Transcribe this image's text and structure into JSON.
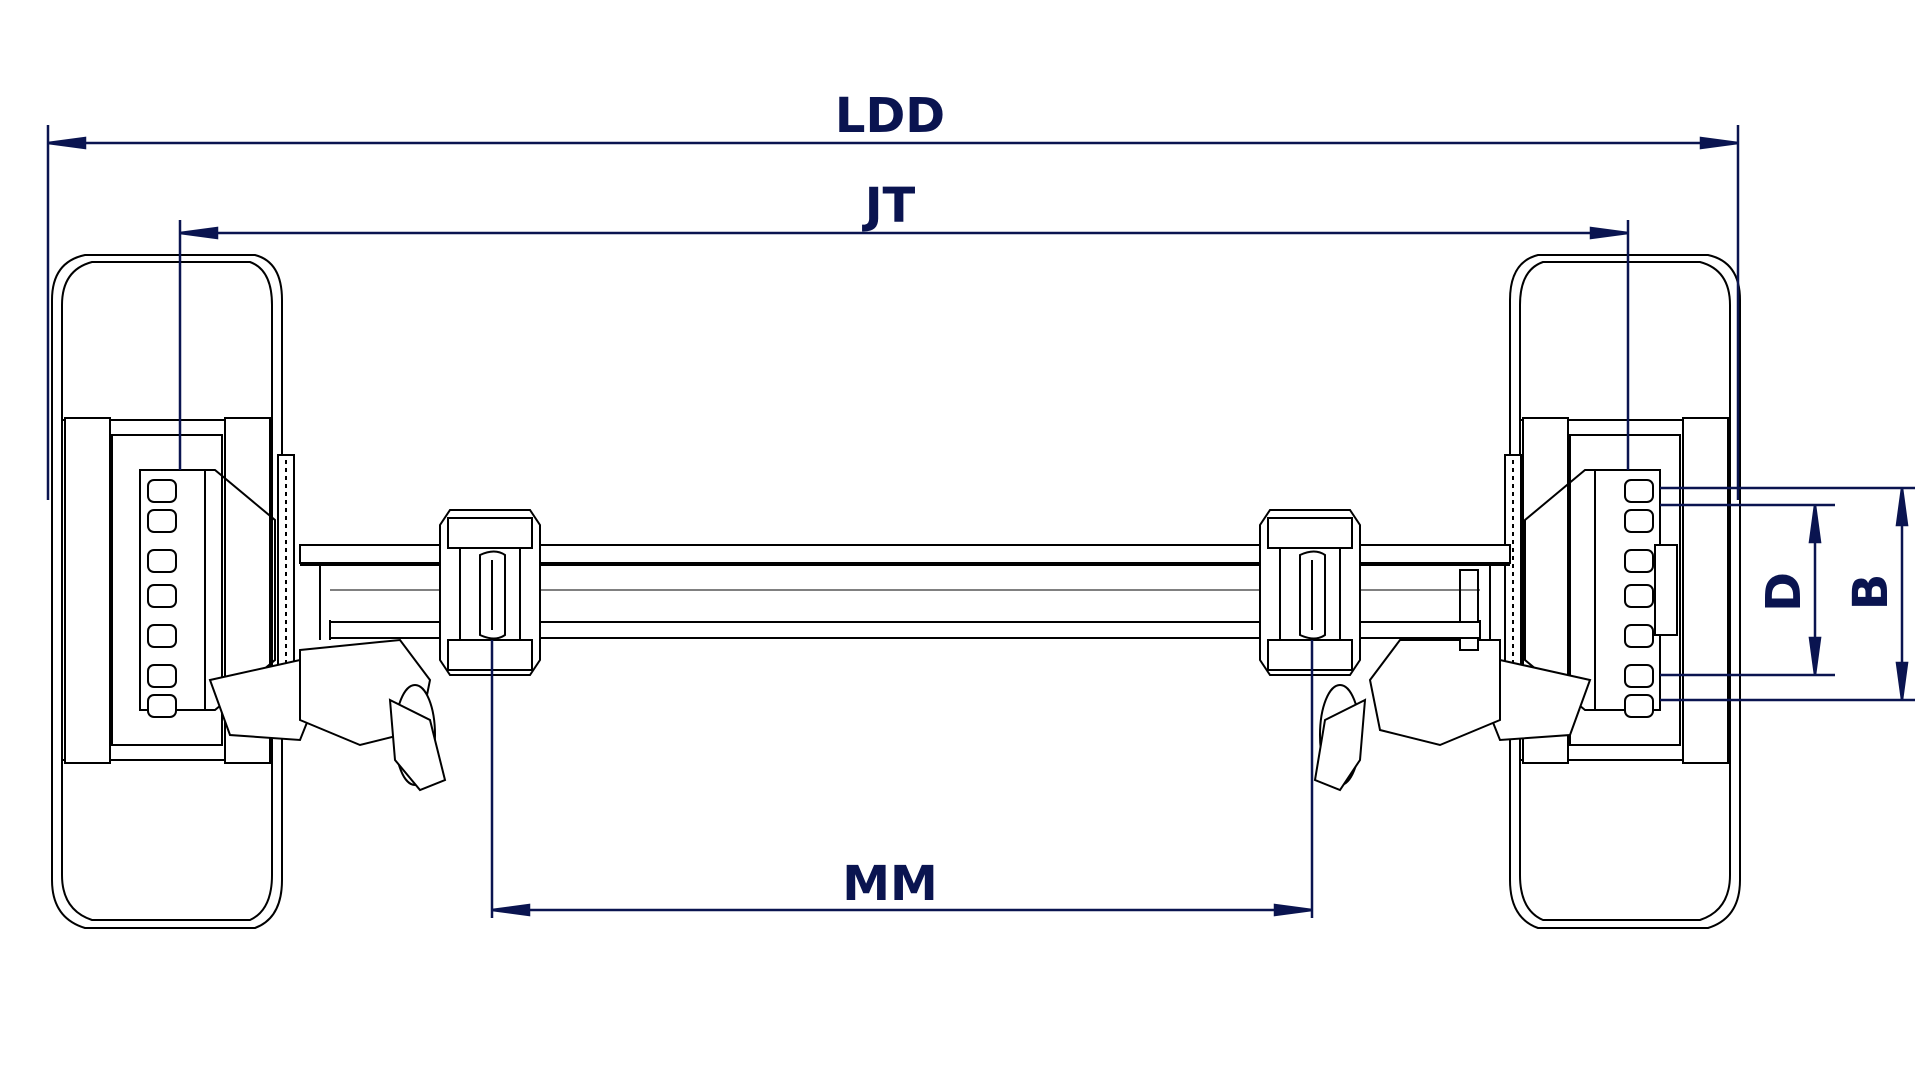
{
  "dimensions": {
    "overall_width": "LDD",
    "track_width": "JT",
    "spring_center": "MM",
    "d": "D",
    "b": "B"
  },
  "colors": {
    "dimension": "#0a1450",
    "drawing": "#000000",
    "background": "#ffffff"
  }
}
